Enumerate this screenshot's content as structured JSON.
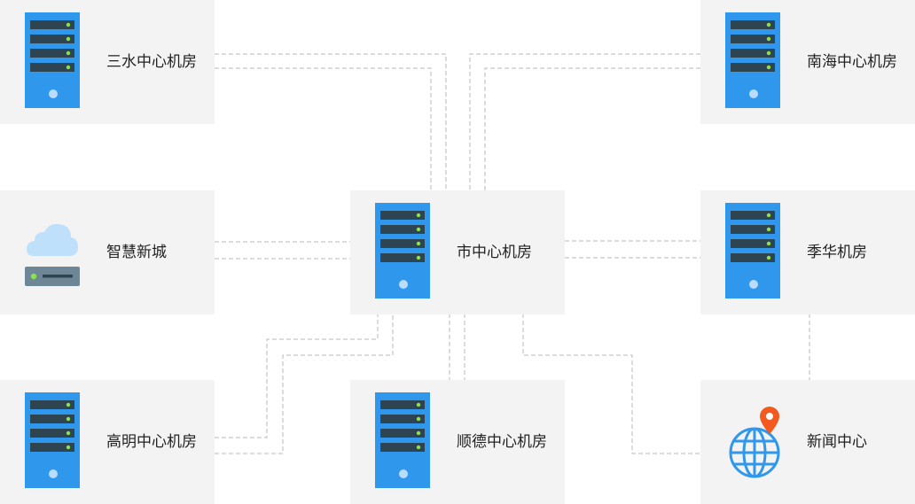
{
  "colors": {
    "panel": "#f3f3f3",
    "server_body": "#2f97ec",
    "drive_slot": "#2e4451",
    "led": "#8be24a",
    "power": "#b9dcff",
    "cloud": "#bfe0fb",
    "device_body": "#6e8797",
    "globe": "#2f97ec",
    "pin": "#f25a1f",
    "connector": "#b9b9b9"
  },
  "nodes": {
    "sanshui": {
      "label": "三水中心机房",
      "icon": "server-icon"
    },
    "nanhai": {
      "label": "南海中心机房",
      "icon": "server-icon"
    },
    "zhihui": {
      "label": "智慧新城",
      "icon": "cloud-device-icon"
    },
    "city": {
      "label": "市中心机房",
      "icon": "server-icon"
    },
    "jihua": {
      "label": "季华机房",
      "icon": "server-icon"
    },
    "gaoming": {
      "label": "高明中心机房",
      "icon": "server-icon"
    },
    "shunde": {
      "label": "顺德中心机房",
      "icon": "server-icon"
    },
    "news": {
      "label": "新闻中心",
      "icon": "globe-pin-icon"
    }
  }
}
